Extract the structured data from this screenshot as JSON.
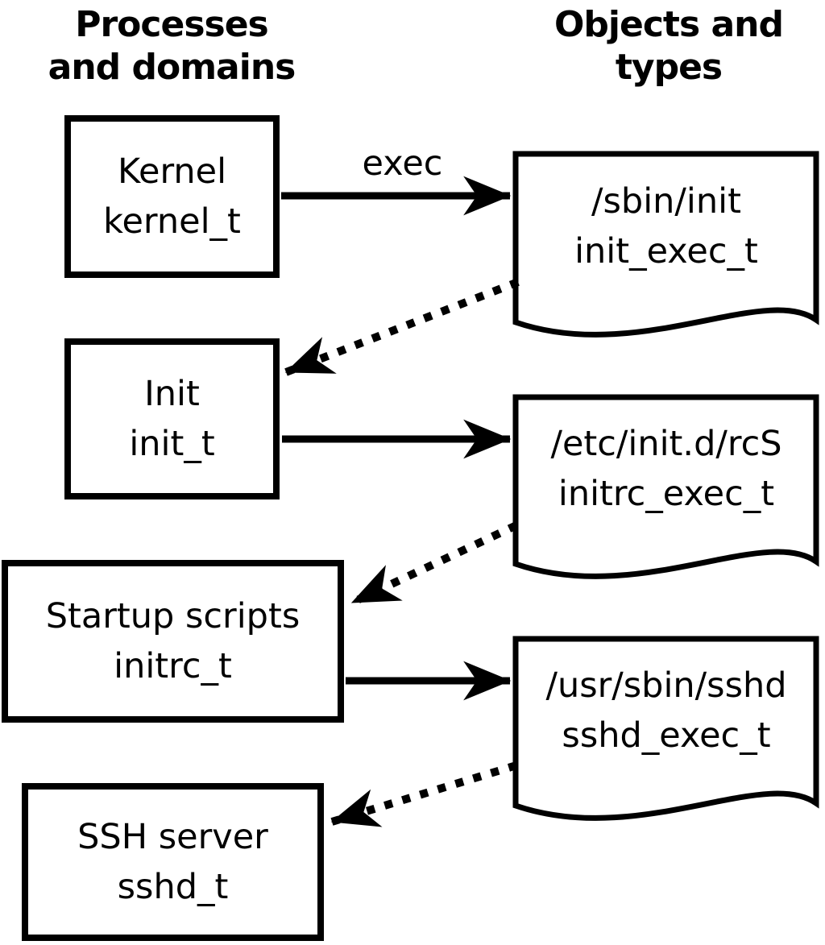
{
  "diagram": {
    "title_columns": {
      "processes_header": {
        "line1": "Processes",
        "line2": "and domains"
      },
      "objects_header": {
        "line1": "Objects and",
        "line2": "types"
      }
    },
    "processes": [
      {
        "label": "Kernel",
        "domain": "kernel_t"
      },
      {
        "label": "Init",
        "domain": "init_t"
      },
      {
        "label": "Startup scripts",
        "domain": "initrc_t"
      },
      {
        "label": "SSH server",
        "domain": "sshd_t"
      }
    ],
    "objects": [
      {
        "path": "/sbin/init",
        "type": "init_exec_t"
      },
      {
        "path": "/etc/init.d/rcS",
        "type": "initrc_exec_t"
      },
      {
        "path": "/usr/sbin/sshd",
        "type": "sshd_exec_t"
      }
    ],
    "edge_labels": {
      "exec": "exec"
    },
    "colors": {
      "stroke": "#000000",
      "fill": "#ffffff",
      "background": "#ffffff"
    }
  }
}
